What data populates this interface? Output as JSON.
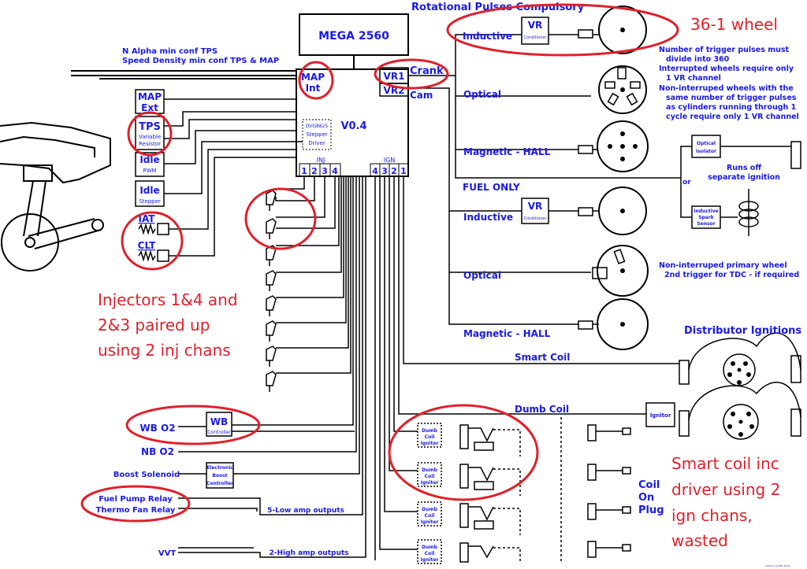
{
  "colors": {
    "ink": "#000000",
    "blue": "#1a1ae6",
    "red": "#e0202a"
  },
  "ecu": {
    "title": "MEGA 2560",
    "version": "V0.4",
    "map_int": [
      "MAP",
      "Int"
    ],
    "vr1": "VR1",
    "vr2": "VR2",
    "driver": [
      "DVG8825",
      "Stepper",
      "Driver"
    ],
    "inj_label": "INJ",
    "inj_pins": [
      "1",
      "2",
      "3",
      "4"
    ],
    "ign_label": "IGN",
    "ign_pins": [
      "4",
      "3",
      "2",
      "1"
    ]
  },
  "top_notes": [
    "N Alpha min conf TPS",
    "Speed Density min conf TPS & MAP"
  ],
  "sensors": {
    "map_ext": [
      "MAP",
      "Ext"
    ],
    "tps": "TPS",
    "tps_sub": [
      "Variable",
      "Resistor"
    ],
    "idle_pwm": "Idle",
    "idle_pwm_sub": "PWM",
    "idle_step": "Idle",
    "idle_step_sub": "Stepper",
    "iat": "IAT",
    "clt": "CLT"
  },
  "outputs": {
    "wb": "WB O2",
    "wb_box": "WB",
    "wb_sub": "Controller",
    "nb": "NB O2",
    "boost": "Boost Solenoid",
    "boost_box": [
      "Electronic",
      "Boost",
      "Controller"
    ],
    "fuel_pump": "Fuel Pump Relay",
    "fan": "Thermo Fan Relay",
    "low_amp": "5-Low amp outputs",
    "vvt": "VVT",
    "high_amp": "2-High amp outputs"
  },
  "triggers": {
    "header": "Rotational Pulses Compulsory",
    "crank": "Crank",
    "cam": "Cam",
    "inductive": "Inductive",
    "vr": "VR",
    "conditioner": "Conditioner",
    "optical": "Optical",
    "hall": "Magnetic - HALL",
    "fuel_only": "FUEL ONLY",
    "notes": [
      "Number of trigger pulses must",
      "divide into 360",
      "Interrupted wheels require only",
      "1 VR channel",
      "Non-interruped wheels with the",
      "same number of trigger pulses",
      "as cylinders running through 1",
      "cycle require only 1 VR channel"
    ],
    "or": "or",
    "opt_isolator": [
      "Optical",
      "Isolator"
    ],
    "runs_off": [
      "Runs off",
      "separate ignition"
    ],
    "ind_sensor": [
      "Inductive",
      "Spark",
      "Sensor"
    ],
    "non_int": [
      "Non-interruped primary  wheel",
      "2nd trigger for TDC - if required"
    ]
  },
  "ignition": {
    "distributor": "Distributor Ignitions",
    "smart_coil": "Smart Coil",
    "dumb_coil": "Dumb Coil",
    "ignitor": "Ignitor",
    "igniter": [
      "Dumb",
      "Coil",
      "Igniter"
    ],
    "coil_on_plug": [
      "Coil",
      "On",
      "Plug"
    ]
  },
  "annotations": {
    "wheel": "36-1 wheel",
    "injectors": [
      "Injectors 1&4 and",
      "2&3 paired up",
      "using 2 inj chans"
    ],
    "smart": [
      "Smart coil inc",
      "driver using 2",
      "ign chans,",
      "wasted"
    ]
  },
  "credit": "Anthony Griffin 2019"
}
